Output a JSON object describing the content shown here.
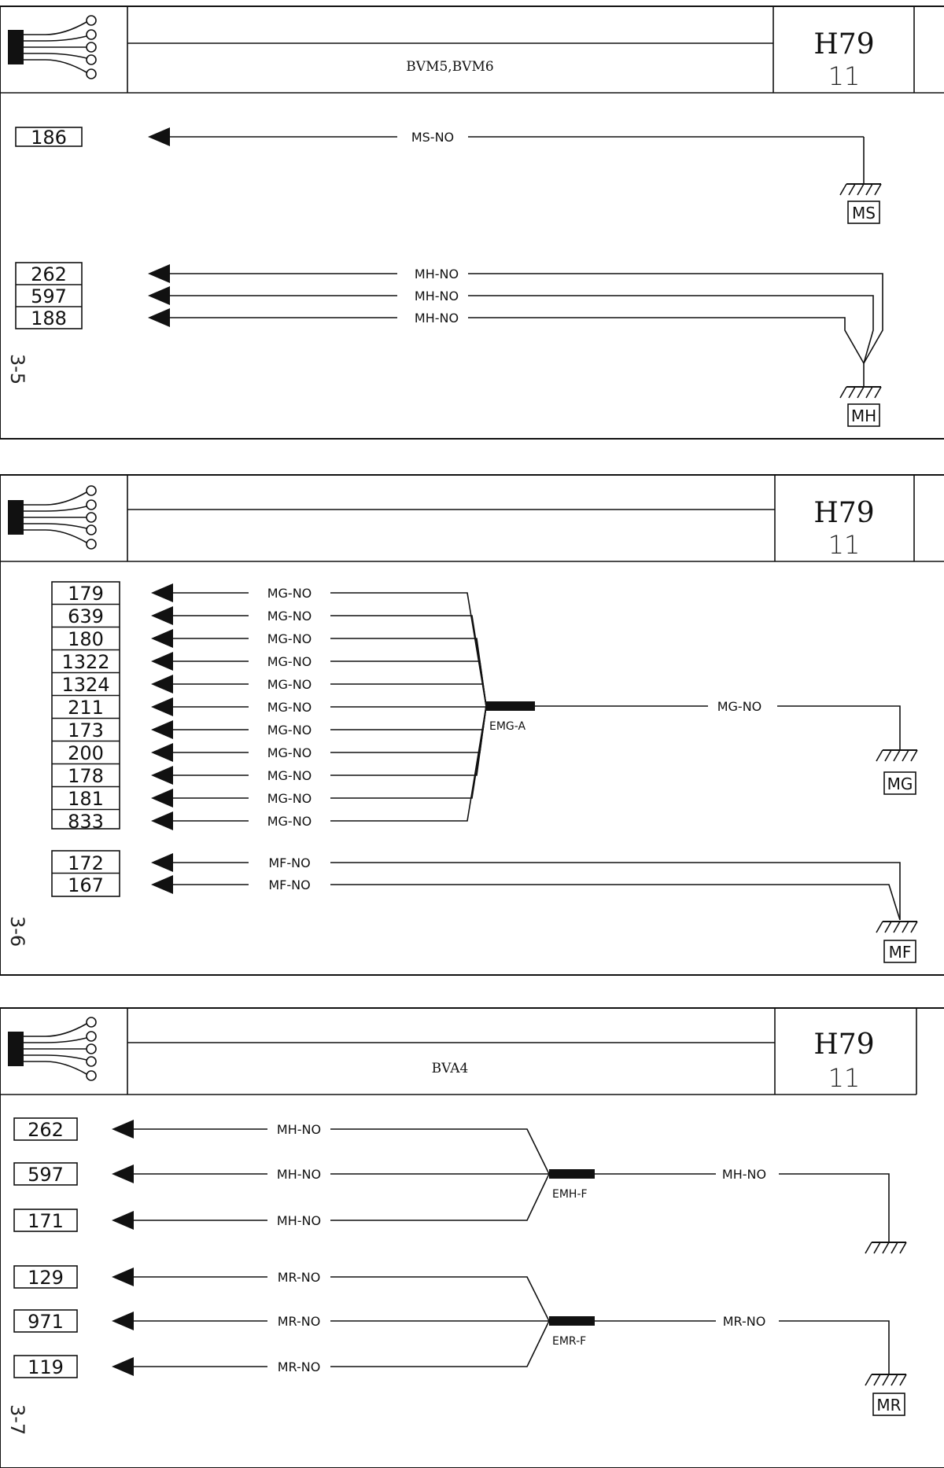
{
  "panels": [
    {
      "code": "H79",
      "sheet": "11",
      "caption": "BVM5,BVM6",
      "side_label": "3-5",
      "wires": [
        {
          "connector": "186",
          "label": "MS-NO"
        },
        {
          "connector": "262",
          "label": "MH-NO"
        },
        {
          "connector": "597",
          "label": "MH-NO"
        },
        {
          "connector": "188",
          "label": "MH-NO"
        }
      ],
      "grounds": [
        "MS",
        "MH"
      ]
    },
    {
      "code": "H79",
      "sheet": "11",
      "caption": "",
      "side_label": "3-6",
      "wires": [
        {
          "connector": "179",
          "label": "MG-NO"
        },
        {
          "connector": "639",
          "label": "MG-NO"
        },
        {
          "connector": "180",
          "label": "MG-NO"
        },
        {
          "connector": "1322",
          "label": "MG-NO"
        },
        {
          "connector": "1324",
          "label": "MG-NO"
        },
        {
          "connector": "211",
          "label": "MG-NO"
        },
        {
          "connector": "173",
          "label": "MG-NO"
        },
        {
          "connector": "200",
          "label": "MG-NO"
        },
        {
          "connector": "178",
          "label": "MG-NO"
        },
        {
          "connector": "181",
          "label": "MG-NO"
        },
        {
          "connector": "833",
          "label": "MG-NO"
        },
        {
          "connector": "172",
          "label": "MF-NO"
        },
        {
          "connector": "167",
          "label": "MF-NO"
        }
      ],
      "splices": [
        {
          "name": "EMG-A",
          "output_label": "MG-NO"
        }
      ],
      "grounds": [
        "MG",
        "MF"
      ]
    },
    {
      "code": "H79",
      "sheet": "11",
      "caption": "BVA4",
      "side_label": "3-7",
      "wires": [
        {
          "connector": "262",
          "label": "MH-NO"
        },
        {
          "connector": "597",
          "label": "MH-NO"
        },
        {
          "connector": "171",
          "label": "MH-NO"
        },
        {
          "connector": "129",
          "label": "MR-NO"
        },
        {
          "connector": "971",
          "label": "MR-NO"
        },
        {
          "connector": "119",
          "label": "MR-NO"
        }
      ],
      "splices": [
        {
          "name": "EMH-F",
          "output_label": "MH-NO"
        },
        {
          "name": "EMR-F",
          "output_label": "MR-NO"
        }
      ],
      "grounds": [
        "MR"
      ]
    }
  ]
}
